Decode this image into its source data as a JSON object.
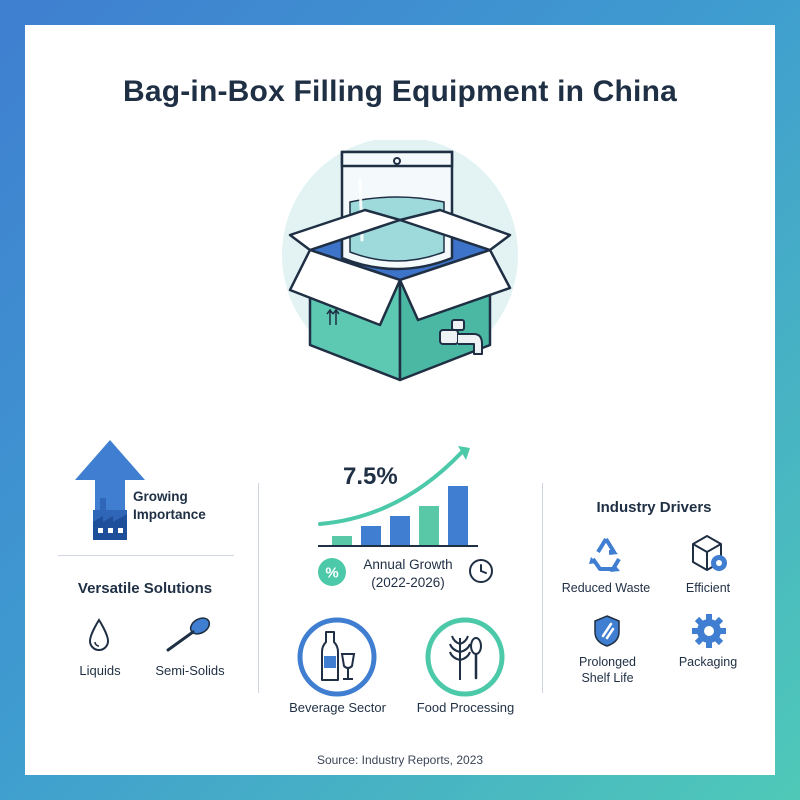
{
  "title": "Bag-in-Box Filling Equipment in China",
  "left": {
    "growing_label": "Growing Importance",
    "versatile_heading": "Versatile Solutions",
    "items": [
      {
        "label": "Liquids",
        "icon": "droplet-icon"
      },
      {
        "label": "Semi-Solids",
        "icon": "spoon-icon"
      }
    ]
  },
  "center": {
    "growth_value": "7.5%",
    "chart_data": {
      "type": "bar",
      "categories": [
        "",
        "",
        "",
        "",
        ""
      ],
      "values": [
        1,
        2,
        3,
        4,
        6
      ]
    },
    "annual_growth_label": "Annual Growth",
    "period_label": "(2022-2026)",
    "sectors": [
      {
        "label": "Beverage Sector",
        "icon": "bottle-glass-icon"
      },
      {
        "label": "Food Processing",
        "icon": "wheat-spoon-icon"
      }
    ]
  },
  "right": {
    "heading": "Industry Drivers",
    "drivers": [
      {
        "label": "Reduced Waste",
        "icon": "recycle-icon"
      },
      {
        "label": "Efficient",
        "icon": "box-gear-icon"
      },
      {
        "label_line1": "Prolonged",
        "label_line2": "Shelf Life",
        "icon": "shield-icon"
      },
      {
        "label": "Packaging",
        "icon": "gear-icon"
      }
    ]
  },
  "source": "Source: Industry Reports, 2023",
  "colors": {
    "navy": "#1f2f44",
    "blue": "#3f7ed0",
    "teal": "#4cc9a8",
    "light_teal": "#e3f3f4"
  }
}
